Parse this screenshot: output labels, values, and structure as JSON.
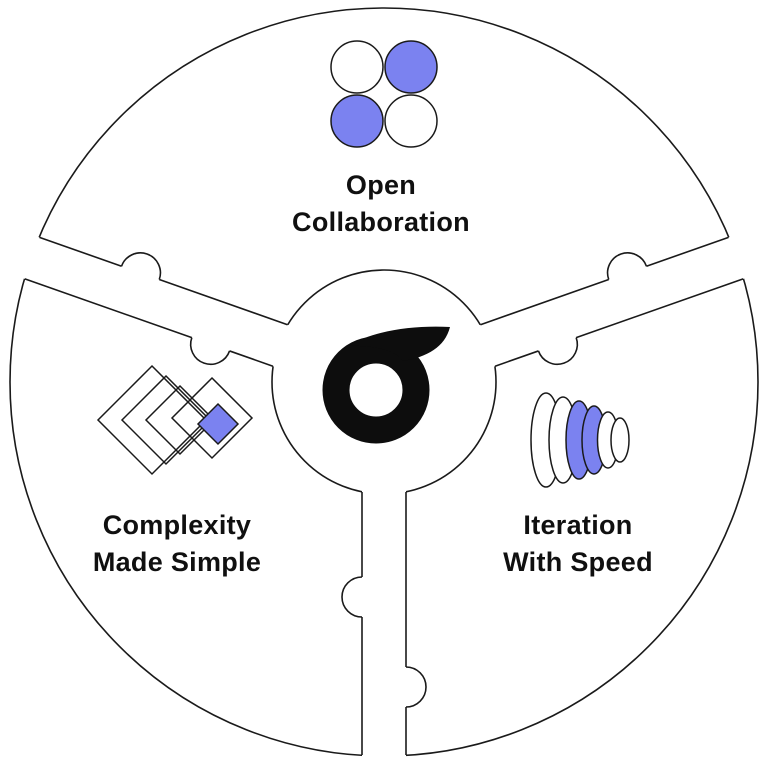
{
  "diagram": {
    "accent_color": "#7B82F0",
    "line_color": "#1A1A1A",
    "background_color": "#FFFFFF",
    "center_logo": "sigma-brand-logo",
    "segments": [
      {
        "position": "top",
        "icon": "four-circles-grid-icon",
        "label_line1": "Open",
        "label_line2": "Collaboration"
      },
      {
        "position": "bottom-left",
        "icon": "nested-diamonds-icon",
        "label_line1": "Complexity",
        "label_line2": "Made Simple"
      },
      {
        "position": "bottom-right",
        "icon": "concentric-ellipses-icon",
        "label_line1": "Iteration",
        "label_line2": "With Speed"
      }
    ]
  }
}
